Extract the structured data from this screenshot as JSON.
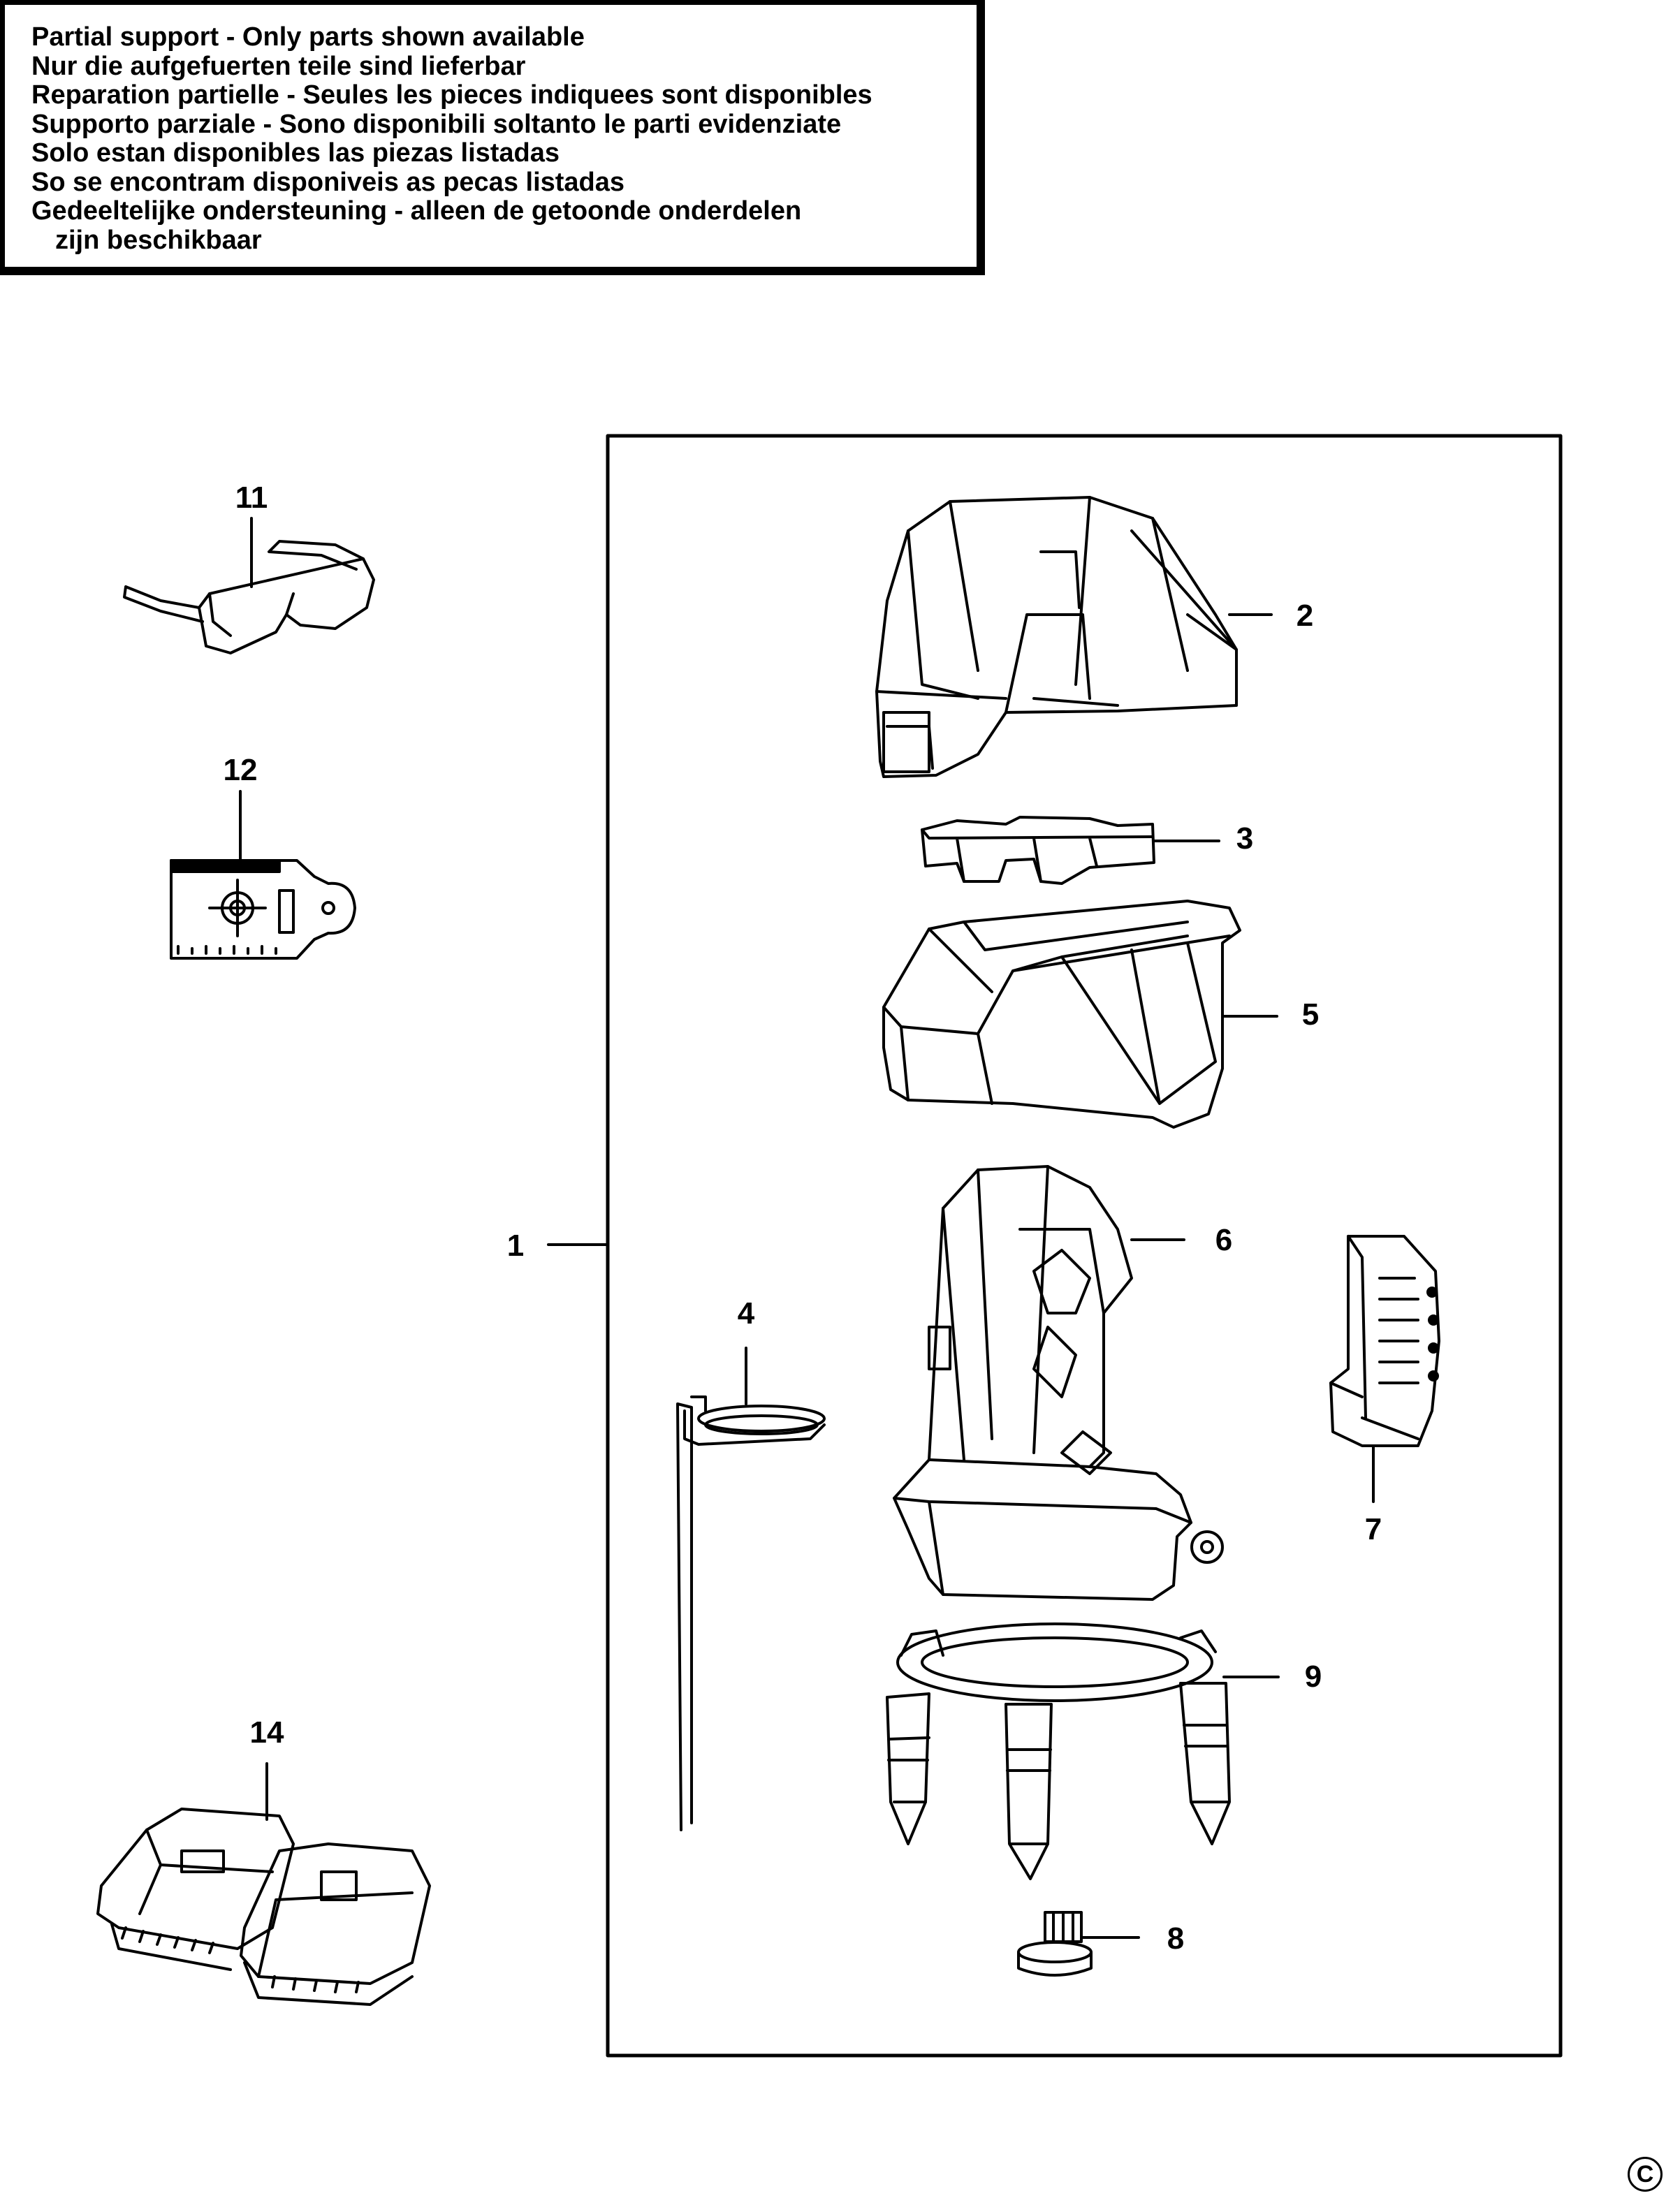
{
  "notice": {
    "lines": [
      "Partial support - Only parts shown available",
      "Nur die aufgefuerten teile sind lieferbar",
      "Reparation partielle - Seules les pieces indiquees sont disponibles",
      "Supporto parziale - Sono disponibili soltanto le parti evidenziate",
      "Solo estan disponibles las piezas listadas",
      "So se encontram disponiveis as pecas listadas",
      "Gedeeltelijke ondersteuning - alleen de getoonde onderdelen",
      "zijn beschikbaar"
    ]
  },
  "callouts": {
    "c1": "1",
    "c2": "2",
    "c3": "3",
    "c4": "4",
    "c5": "5",
    "c6": "6",
    "c7": "7",
    "c8": "8",
    "c9": "9",
    "c11": "11",
    "c12": "12",
    "c14": "14"
  },
  "copyright": "C",
  "parts": [
    {
      "ref": "1",
      "icon": "assembly-bracket"
    },
    {
      "ref": "2",
      "icon": "laser-housing-top-icon"
    },
    {
      "ref": "3",
      "icon": "bracket-insert-icon"
    },
    {
      "ref": "4",
      "icon": "ring-clip-icon"
    },
    {
      "ref": "5",
      "icon": "housing-shell-icon"
    },
    {
      "ref": "6",
      "icon": "laser-module-icon"
    },
    {
      "ref": "7",
      "icon": "battery-holder-icon"
    },
    {
      "ref": "8",
      "icon": "adapter-knob-icon"
    },
    {
      "ref": "9",
      "icon": "tripod-base-icon"
    },
    {
      "ref": "11",
      "icon": "safety-glasses-icon"
    },
    {
      "ref": "12",
      "icon": "target-card-icon"
    },
    {
      "ref": "14",
      "icon": "carry-case-icon"
    }
  ]
}
